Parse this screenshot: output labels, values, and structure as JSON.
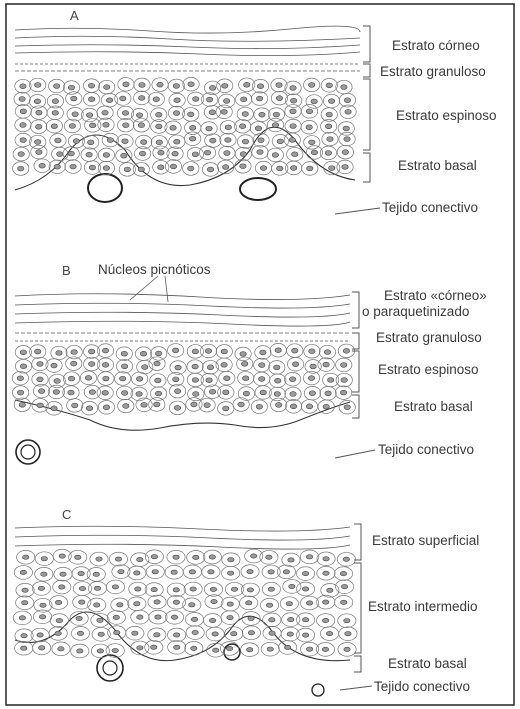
{
  "panels": [
    {
      "letter": "A",
      "layers": [
        "Estrato córneo",
        "Estrato granuloso",
        "Estrato espinoso",
        "Estrato basal"
      ],
      "connective": "Tejido conectivo"
    },
    {
      "letter": "B",
      "annotation": "Núcleos picnóticos",
      "layers": [
        "Estrato «córneo»",
        "o paraquetinizado",
        "Estrato granuloso",
        "Estrato espinoso",
        "Estrato basal"
      ],
      "connective": "Tejido conectivo"
    },
    {
      "letter": "C",
      "layers": [
        "Estrato superficial",
        "Estrato intermedio",
        "Estrato basal"
      ],
      "connective": "Tejido conectivo"
    }
  ],
  "colors": {
    "ink": "#3a3a3a",
    "line": "#555555",
    "nucleus": "#8a8a8a",
    "border": "#222222"
  }
}
